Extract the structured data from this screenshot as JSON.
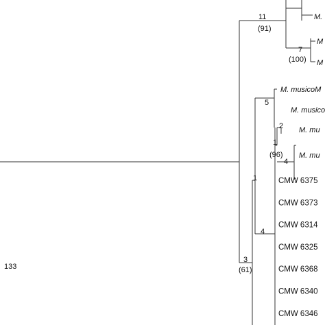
{
  "tree": {
    "branch_lengths": {
      "node_11": "11",
      "node_7": "7",
      "node_5": "5",
      "node_2": "2",
      "node_1_upper": "1",
      "node_4_upper": "4",
      "node_1_lower": "1",
      "node_4_lower": "4",
      "node_3": "3",
      "root": "133"
    },
    "bootstrap": {
      "node_11": "(91)",
      "node_7": "(100)",
      "node_1_upper": "(96)",
      "node_3": "(61)"
    },
    "taxa": {
      "top_clipped": "M.",
      "clade7_a": "M",
      "clade7_b": "M",
      "musico_1": "M. musicoM",
      "musico_2": "M. musico",
      "mu_1": "M. mu",
      "mu_2": "M. mu"
    },
    "strains": [
      "CMW 6375",
      "CMW 6373",
      "CMW 6314",
      "CMW 6325",
      "CMW 6368",
      "CMW 6340",
      "CMW 6346"
    ]
  }
}
